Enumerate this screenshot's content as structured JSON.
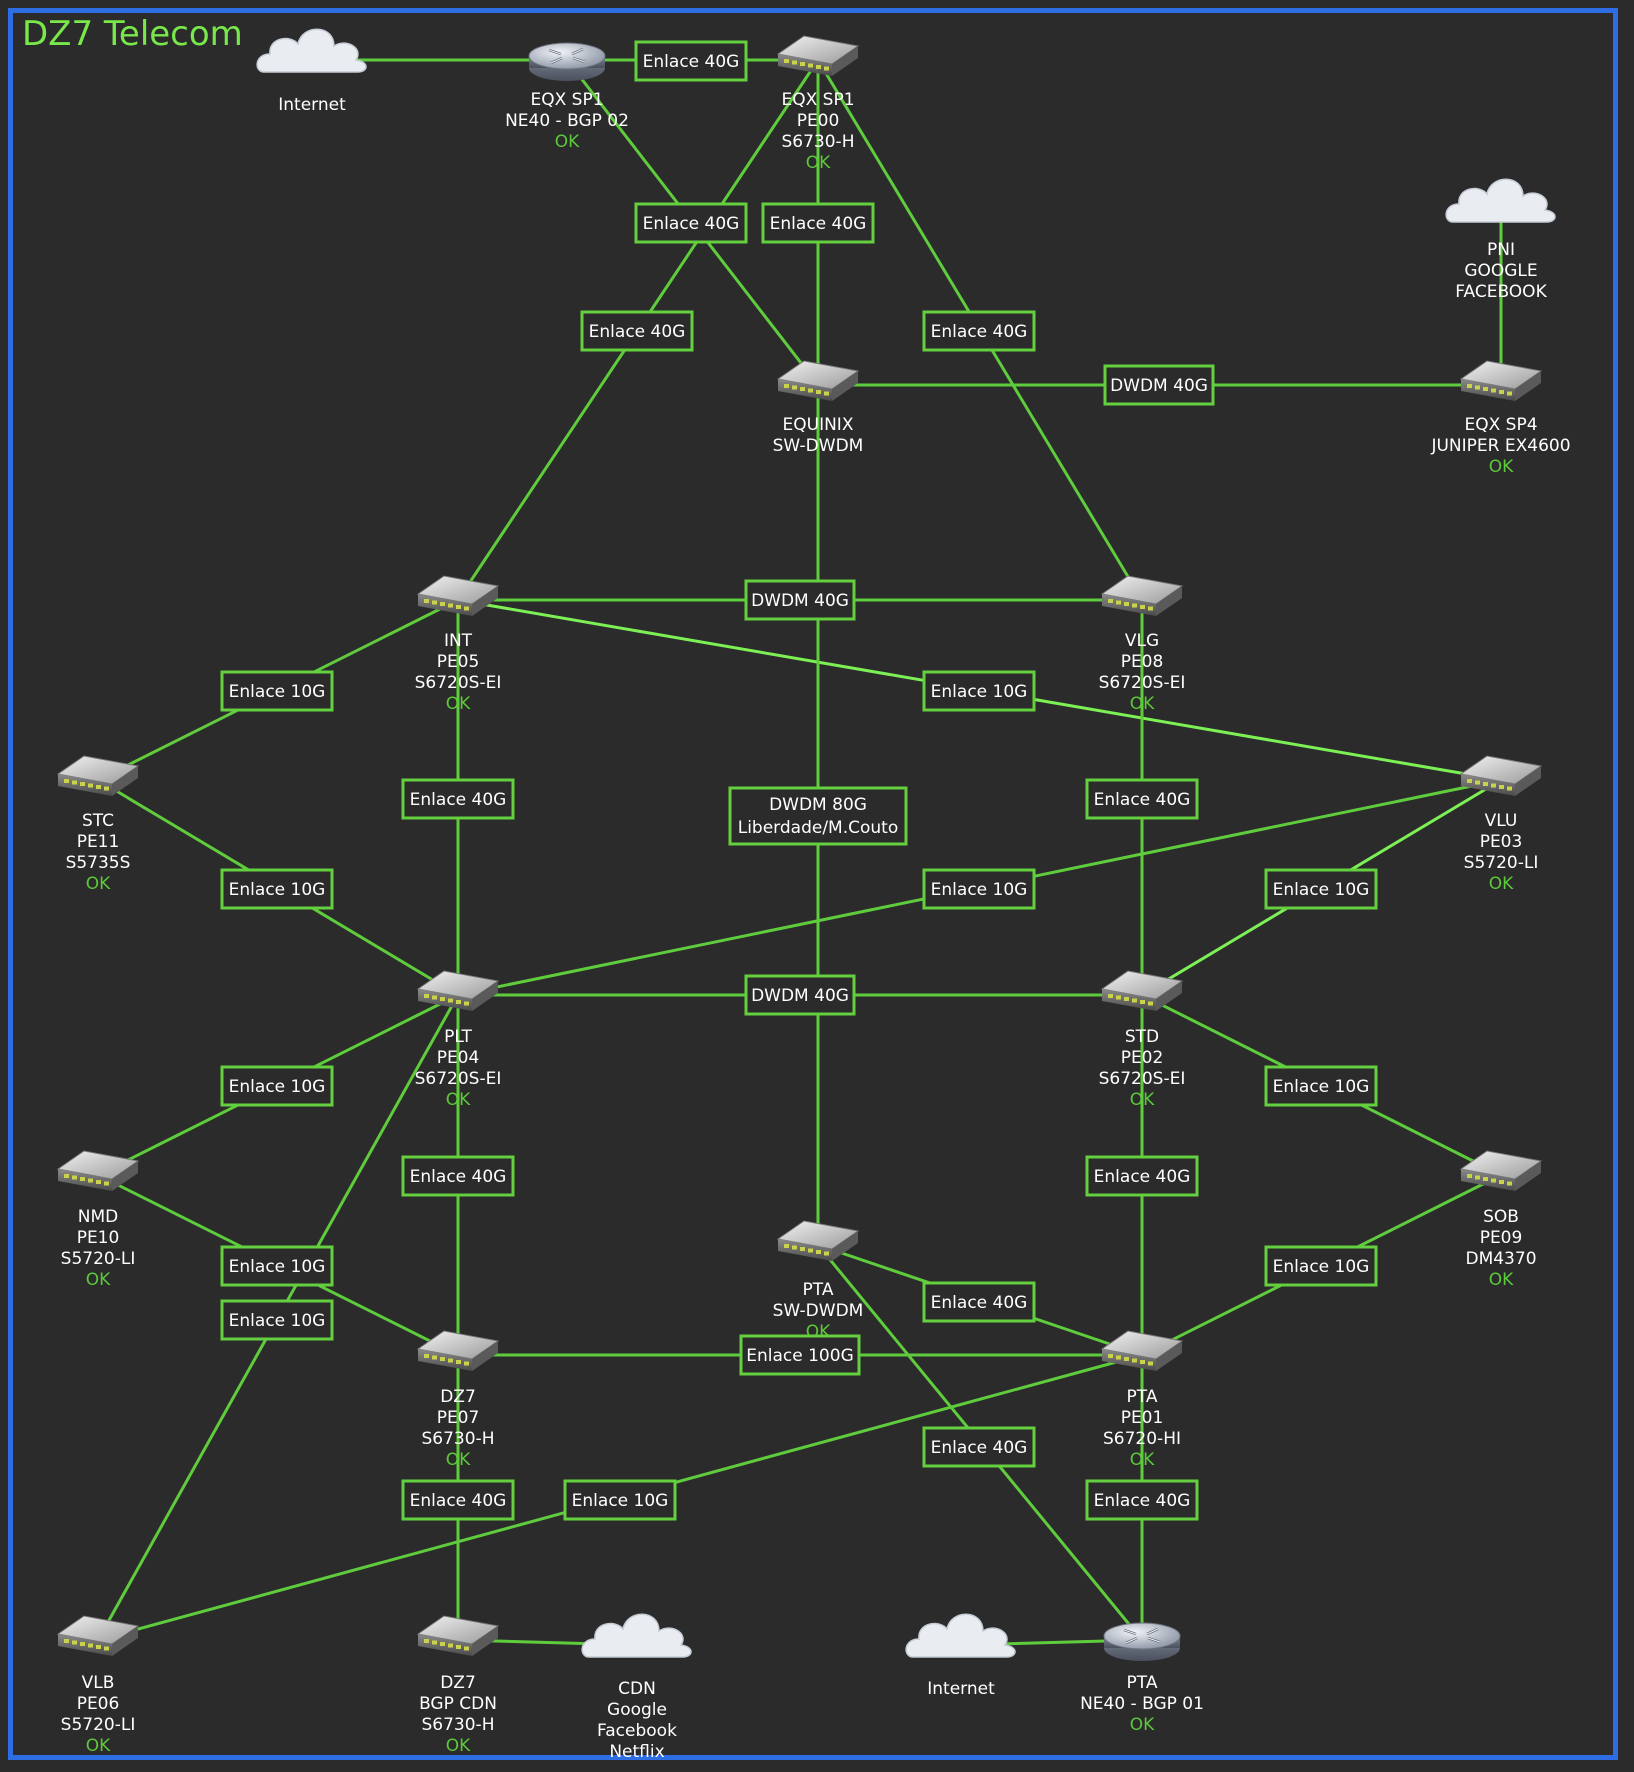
{
  "title": "DZ7 Telecom",
  "colors": {
    "link": "#5fcc3d",
    "status_ok": "#5cc93a",
    "title": "#78e84a",
    "frame": "#2f6de4",
    "background": "#2b2b2b"
  },
  "nodes": {
    "internet_top": {
      "icon": "cloud-icon",
      "lines": [
        "Internet"
      ],
      "status": ""
    },
    "eqx_sp1_bgp": {
      "icon": "router-icon",
      "lines": [
        "EQX SP1",
        "NE40 - BGP 02"
      ],
      "status": "OK"
    },
    "eqx_sp1_pe00": {
      "icon": "switch-icon",
      "lines": [
        "EQX SP1",
        "PE00",
        "S6730-H"
      ],
      "status": "OK"
    },
    "pni": {
      "icon": "cloud-icon",
      "lines": [
        "PNI",
        "GOOGLE",
        "FACEBOOK"
      ],
      "status": ""
    },
    "equinix": {
      "icon": "switch-icon",
      "lines": [
        "EQUINIX",
        "SW-DWDM"
      ],
      "status": ""
    },
    "eqx_sp4": {
      "icon": "switch-icon",
      "lines": [
        "EQX SP4",
        "JUNIPER EX4600"
      ],
      "status": "OK"
    },
    "int": {
      "icon": "switch-icon",
      "lines": [
        "INT",
        "PE05",
        "S6720S-EI"
      ],
      "status": "OK"
    },
    "vlg": {
      "icon": "switch-icon",
      "lines": [
        "VLG",
        "PE08",
        "S6720S-EI"
      ],
      "status": "OK"
    },
    "stc": {
      "icon": "switch-icon",
      "lines": [
        "STC",
        "PE11",
        "S5735S"
      ],
      "status": "OK"
    },
    "vlu": {
      "icon": "switch-icon",
      "lines": [
        "VLU",
        "PE03",
        "S5720-LI"
      ],
      "status": "OK"
    },
    "plt": {
      "icon": "switch-icon",
      "lines": [
        "PLT",
        "PE04",
        "S6720S-EI"
      ],
      "status": "OK"
    },
    "std": {
      "icon": "switch-icon",
      "lines": [
        "STD",
        "PE02",
        "S6720S-EI"
      ],
      "status": "OK"
    },
    "nmd": {
      "icon": "switch-icon",
      "lines": [
        "NMD",
        "PE10",
        "S5720-LI"
      ],
      "status": "OK"
    },
    "sob": {
      "icon": "switch-icon",
      "lines": [
        "SOB",
        "PE09",
        "DM4370"
      ],
      "status": "OK"
    },
    "pta_dwdm": {
      "icon": "switch-icon",
      "lines": [
        "PTA",
        "SW-DWDM"
      ],
      "status": "OK"
    },
    "dz7_pe07": {
      "icon": "switch-icon",
      "lines": [
        "DZ7",
        "PE07",
        "S6730-H"
      ],
      "status": "OK"
    },
    "pta_pe01": {
      "icon": "switch-icon",
      "lines": [
        "PTA",
        "PE01",
        "S6720-HI"
      ],
      "status": "OK"
    },
    "vlb": {
      "icon": "switch-icon",
      "lines": [
        "VLB",
        "PE06",
        "S5720-LI"
      ],
      "status": "OK"
    },
    "dz7_cdn": {
      "icon": "switch-icon",
      "lines": [
        "DZ7",
        "BGP CDN",
        "S6730-H"
      ],
      "status": "OK"
    },
    "cdn": {
      "icon": "cloud-icon",
      "lines": [
        "CDN",
        "Google",
        "Facebook",
        "Netflix"
      ],
      "status": ""
    },
    "internet_bottom": {
      "icon": "cloud-icon",
      "lines": [
        "Internet"
      ],
      "status": ""
    },
    "pta_bgp": {
      "icon": "router-icon",
      "lines": [
        "PTA",
        "NE40 - BGP 01"
      ],
      "status": "OK"
    }
  },
  "links": {
    "l01": {
      "label": "Enlace 40G"
    },
    "l02": {
      "label": "Enlace 40G"
    },
    "l03": {
      "label": "Enlace 40G"
    },
    "l04": {
      "label": "Enlace 40G"
    },
    "l05": {
      "label": "Enlace 40G"
    },
    "l06": {
      "label": "DWDM 40G"
    },
    "l07": {
      "label": "DWDM 40G"
    },
    "l08": {
      "label": "Enlace 10G"
    },
    "l09": {
      "label": "Enlace 10G"
    },
    "l10": {
      "label": "Enlace 40G"
    },
    "l11": {
      "label": "DWDM 80G",
      "label2": "Liberdade/M.Couto"
    },
    "l12": {
      "label": "Enlace 40G"
    },
    "l13": {
      "label": "Enlace 10G"
    },
    "l14": {
      "label": "Enlace 10G"
    },
    "l15": {
      "label": "Enlace 10G"
    },
    "l16": {
      "label": "DWDM 40G"
    },
    "l17": {
      "label": "Enlace 10G"
    },
    "l18": {
      "label": "Enlace 10G"
    },
    "l19": {
      "label": "Enlace 40G"
    },
    "l20": {
      "label": "Enlace 40G"
    },
    "l21": {
      "label": "Enlace 10G"
    },
    "l22": {
      "label": "Enlace 10G"
    },
    "l23": {
      "label": "Enlace 10G"
    },
    "l24": {
      "label": "Enlace 40G"
    },
    "l25": {
      "label": "Enlace 100G"
    },
    "l26": {
      "label": "Enlace 40G"
    },
    "l27": {
      "label": "Enlace 10G"
    },
    "l28": {
      "label": "Enlace 40G"
    },
    "l29": {
      "label": "Enlace 40G"
    }
  }
}
